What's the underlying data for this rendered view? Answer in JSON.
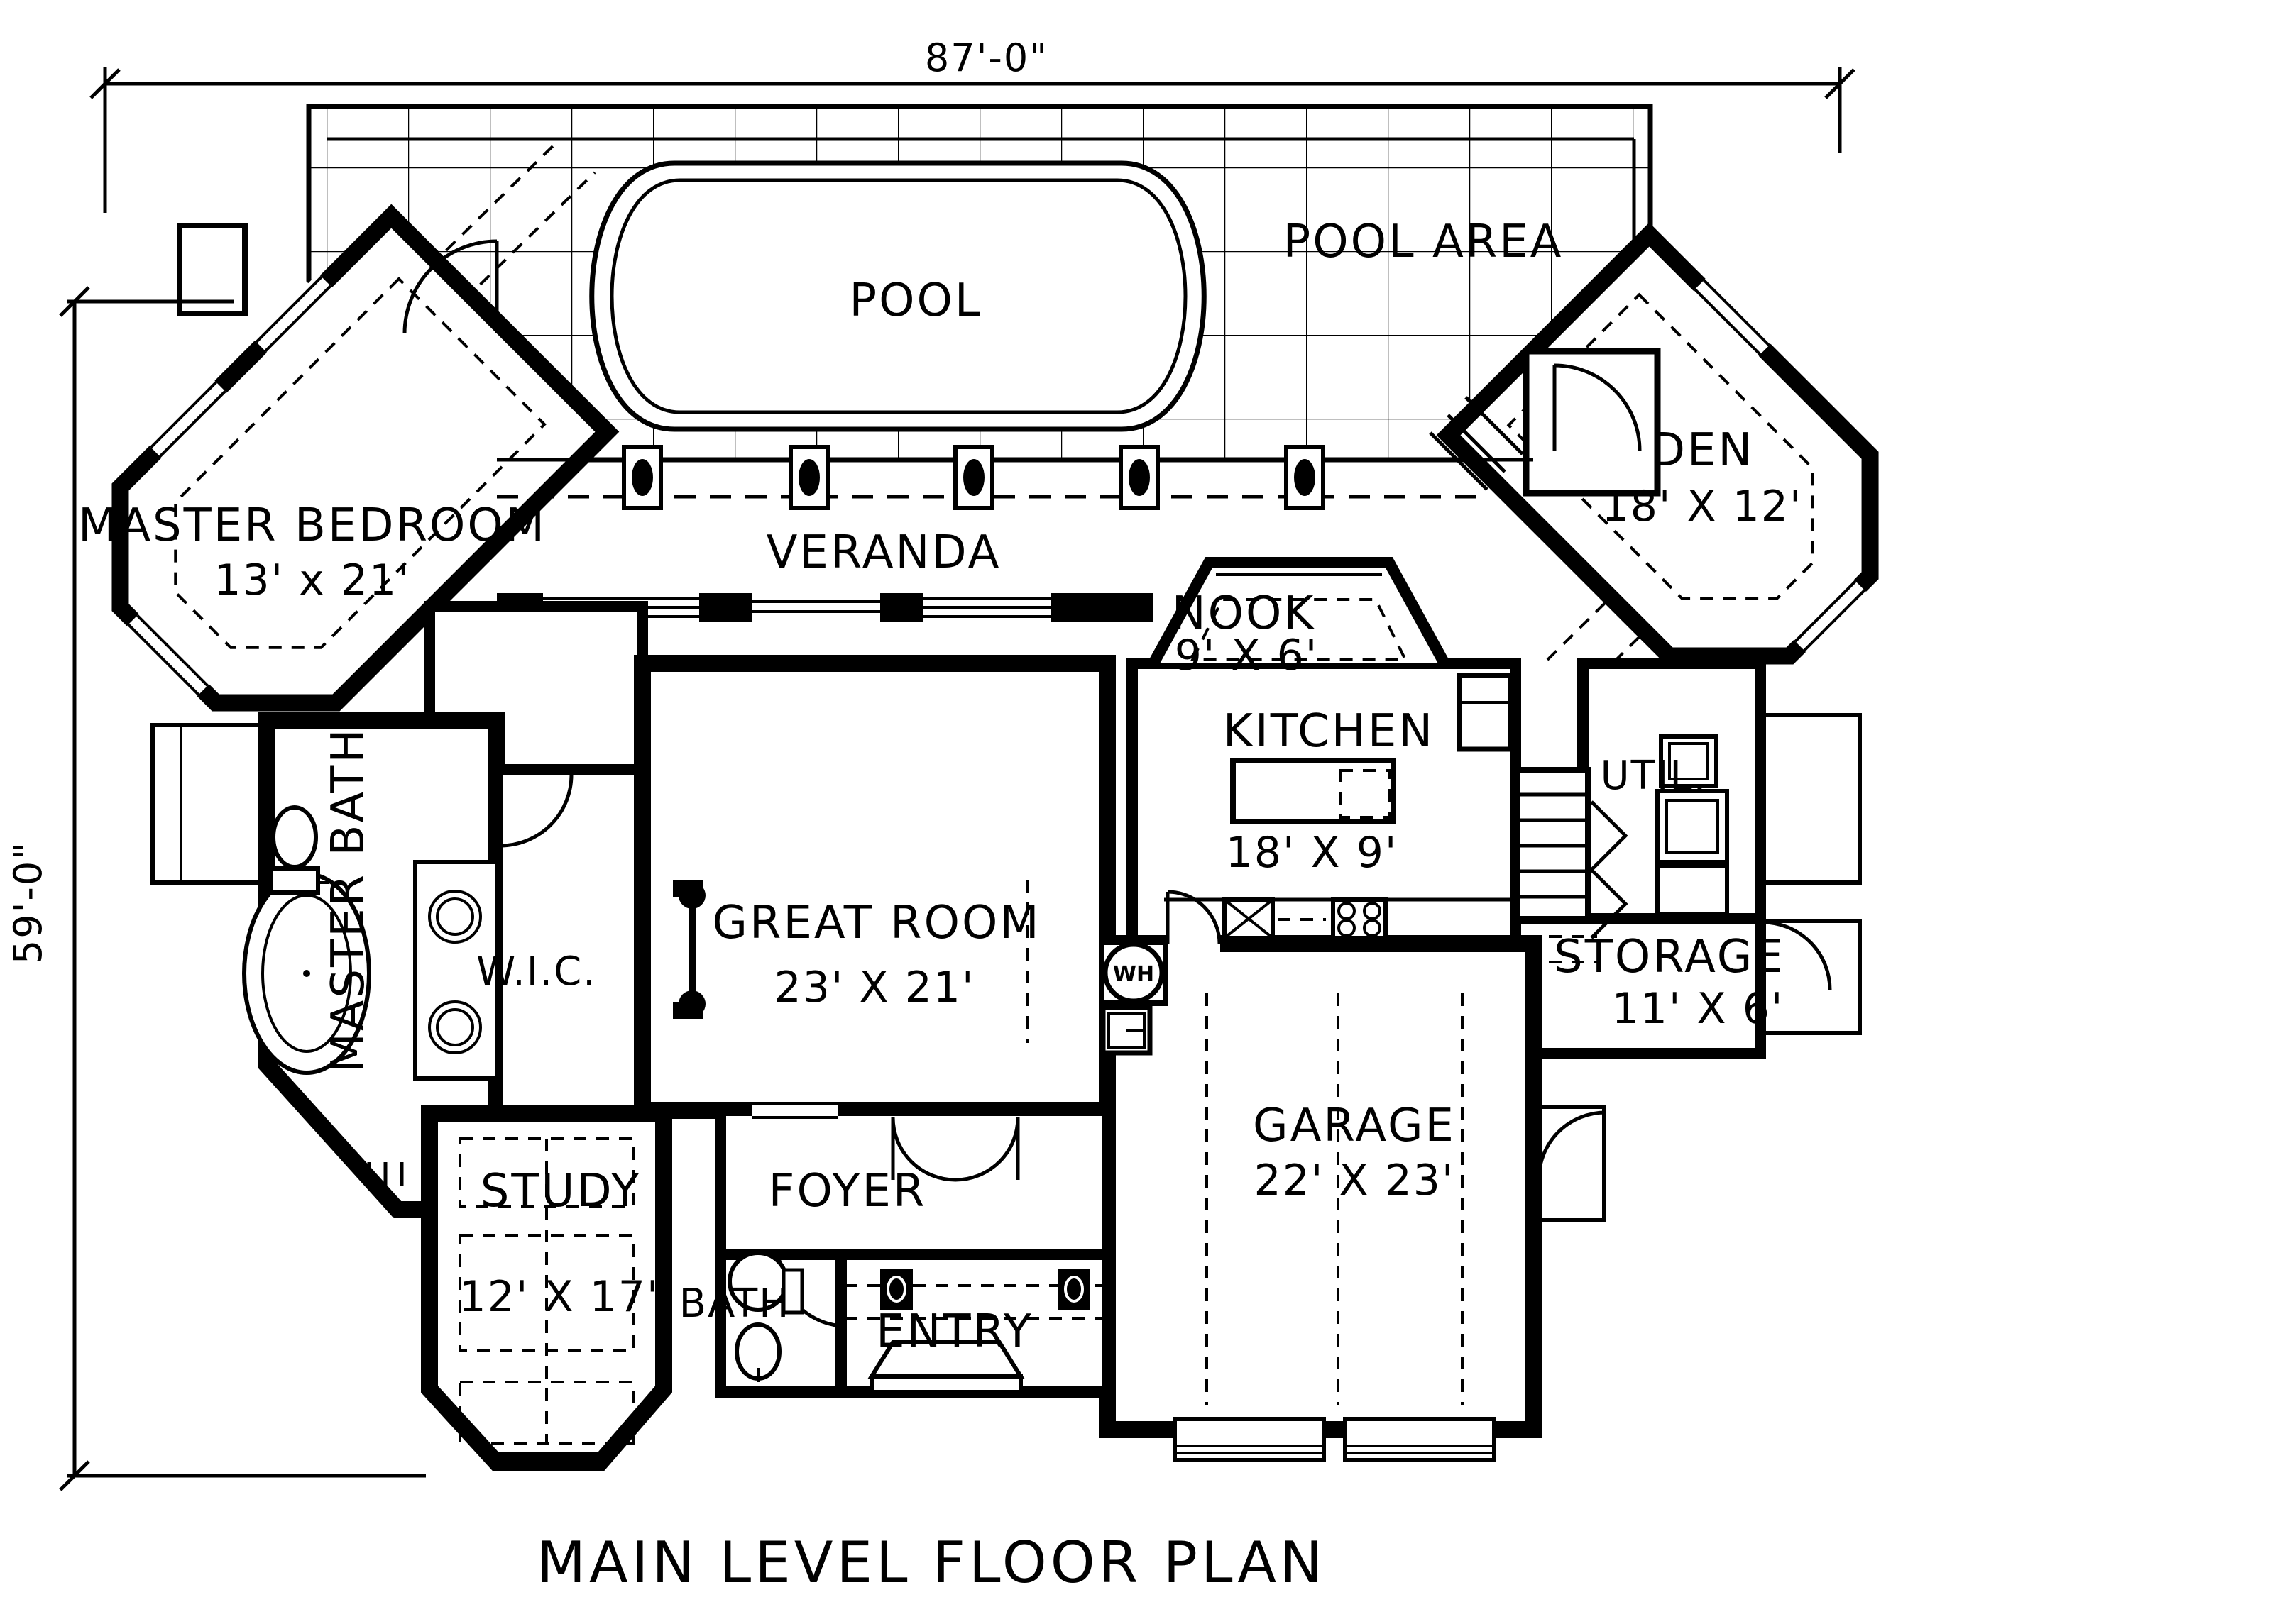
{
  "title": "MAIN LEVEL FLOOR PLAN",
  "colors": {
    "ink": "#000000",
    "paper": "#ffffff"
  },
  "dimensions": {
    "overall_width": "87'-0\"",
    "overall_height": "59'-0\""
  },
  "rooms": {
    "pool": {
      "name": "POOL"
    },
    "pool_area": {
      "name": "POOL AREA"
    },
    "veranda": {
      "name": "VERANDA"
    },
    "master_bedroom": {
      "name": "MASTER BEDROOM",
      "size": "13' x 21'"
    },
    "den": {
      "name": "DEN",
      "size": "18' X 12'"
    },
    "nook": {
      "name": "NOOK",
      "size": "9' X 6'"
    },
    "kitchen": {
      "name": "KITCHEN",
      "size": "18' X 9'"
    },
    "great_room": {
      "name": "GREAT ROOM",
      "size": "23' X 21'"
    },
    "master_bath": {
      "name": "MASTER BATH"
    },
    "wic": {
      "name": "W.I.C."
    },
    "util": {
      "name": "UTIL."
    },
    "storage": {
      "name": "STORAGE",
      "size": "11' X 6'"
    },
    "garage": {
      "name": "GARAGE",
      "size": "22' X 23'"
    },
    "study": {
      "name": "STUDY",
      "size": "12' X 17'"
    },
    "foyer": {
      "name": "FOYER"
    },
    "bath": {
      "name": "BATH"
    },
    "entry": {
      "name": "ENTRY"
    }
  },
  "fixtures": {
    "water_heater": "WH"
  }
}
